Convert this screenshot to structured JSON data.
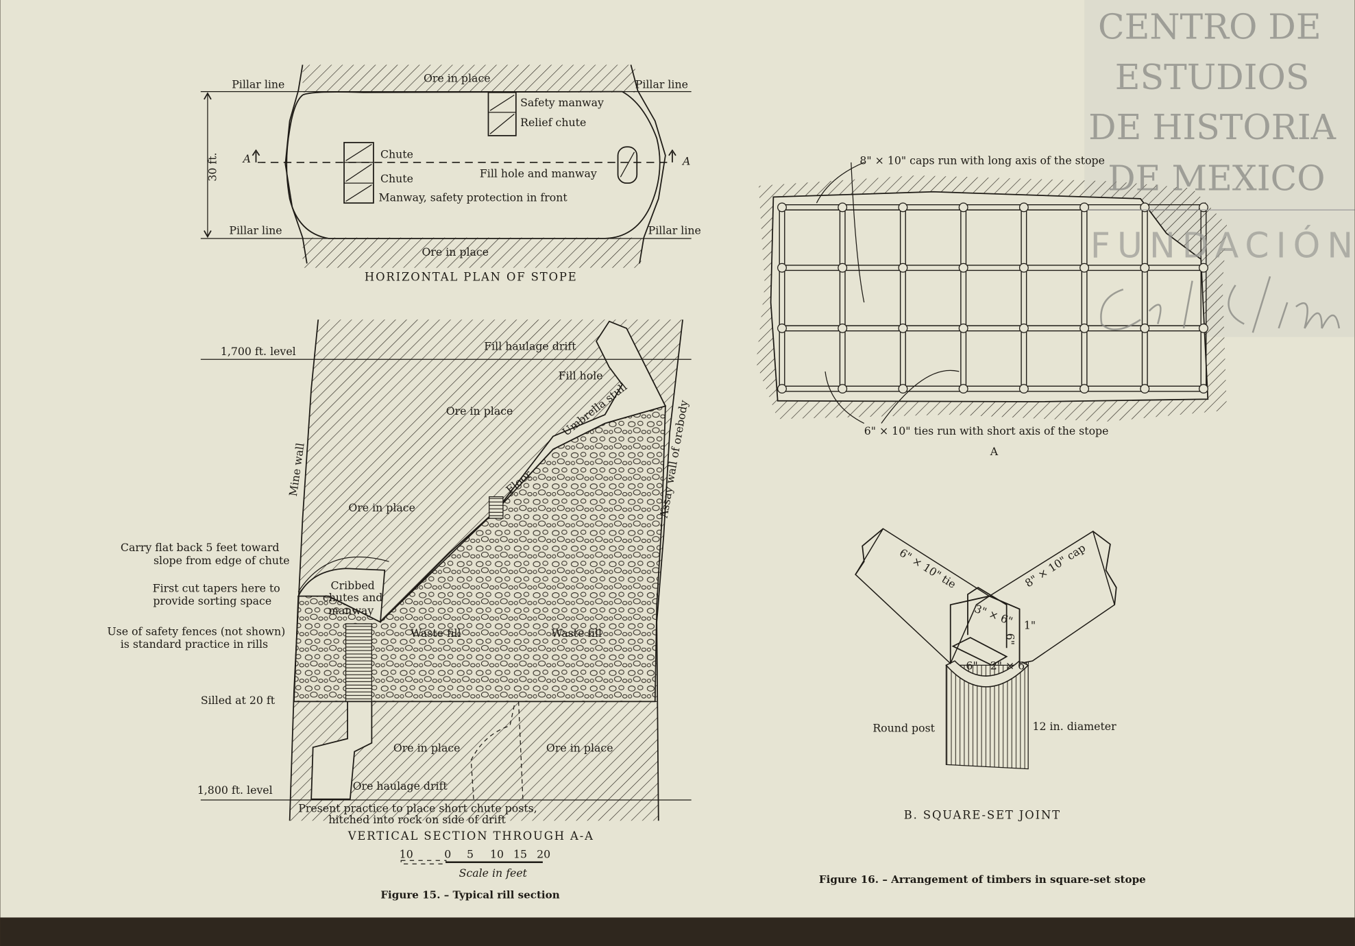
{
  "watermark": {
    "lines": [
      "CENTRO DE",
      "ESTUDIOS",
      "DE HISTORIA",
      "DE MEXICO"
    ],
    "fundacion": "FUNDACIÓN",
    "signature": "Carlos Slim"
  },
  "figure15": {
    "plan": {
      "title": "HORIZONTAL PLAN OF STOPE",
      "ore_top": "Ore in place",
      "ore_bottom": "Ore in place",
      "pillar_line_tl": "Pillar line",
      "pillar_line_tr": "Pillar line",
      "pillar_line_bl": "Pillar line",
      "pillar_line_br": "Pillar line",
      "safety_manway": "Safety manway",
      "relief_chute": "Relief chute",
      "chute1": "Chute",
      "chute2": "Chute",
      "manway": "Manway, safety protection in front",
      "fill_hole": "Fill hole and manway",
      "dimension": "30 ft.",
      "section_left": "A",
      "section_right": "A"
    },
    "section": {
      "title": "VERTICAL SECTION THROUGH A-A",
      "level_1700": "1,700 ft. level",
      "level_1800": "1,800 ft. level",
      "fill_haulage_drift": "Fill haulage drift",
      "fill_hole": "Fill hole",
      "umbrella_stull": "Umbrella stull",
      "floor": "Floor",
      "ore_upper": "Ore in place",
      "ore_mid": "Ore in place",
      "ore_lower_left": "Ore in place",
      "ore_lower_right": "Ore in place",
      "mine_wall": "Mine wall",
      "assay_wall": "Assay wall of orebody",
      "note_carry_1": "Carry flat back 5 feet toward",
      "note_carry_2": "slope from edge of chute",
      "note_first_1": "First cut tapers here to",
      "note_first_2": "provide sorting space",
      "note_safety_1": "Use of safety fences (not shown)",
      "note_safety_2": "is standard practice in rills",
      "cribbed_1": "Cribbed",
      "cribbed_2": "chutes and",
      "cribbed_3": "manway",
      "waste_fill_left": "Waste fill",
      "waste_fill_right": "Waste fill",
      "silled": "Silled at 20 ft",
      "ore_haulage_drift": "Ore haulage drift",
      "present_1": "Present practice to place short chute posts,",
      "present_2": "hitched into rock on side of drift"
    },
    "scale": {
      "ticks": [
        "10",
        "0",
        "5",
        "10",
        "15",
        "20"
      ],
      "label": "Scale in feet"
    },
    "caption": "Figure 15. – Typical rill section"
  },
  "figure16": {
    "a": {
      "caps_note": "8\" × 10\" caps run with long axis of the stope",
      "ties_note": "6\" × 10\" ties run with short axis of the stope",
      "label": "A"
    },
    "b": {
      "tie": "6\" × 10\" tie",
      "cap": "8\" × 10\" cap",
      "block": "3\" × 6\"",
      "one_inch": "1\"",
      "six_v": "6\"",
      "six_h": "6\"",
      "small": "2\" × 6\"",
      "round_post": "Round post",
      "diameter": "12 in. diameter",
      "title": "B.  SQUARE-SET JOINT"
    },
    "caption": "Figure 16. – Arrangement of timbers in square-set stope"
  }
}
